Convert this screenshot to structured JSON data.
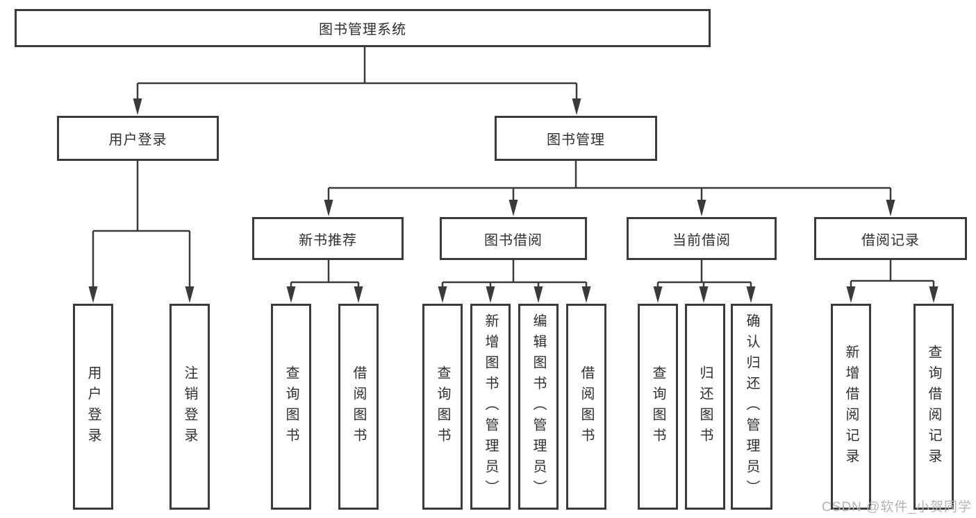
{
  "diagram": {
    "type": "hierarchy-tree",
    "root": "图书管理系统",
    "branches": [
      {
        "label": "用户登录",
        "leaves": [
          "用户登录",
          "注销登录"
        ]
      },
      {
        "label": "图书管理",
        "children": [
          {
            "label": "新书推荐",
            "leaves": [
              "查询图书",
              "借阅图书"
            ]
          },
          {
            "label": "图书借阅",
            "leaves": [
              "查询图书",
              "新增图书（管理员）",
              "编辑图书（管理员）",
              "借阅图书"
            ]
          },
          {
            "label": "当前借阅",
            "leaves": [
              "查询图书",
              "归还图书",
              "确认归还（管理员）"
            ]
          },
          {
            "label": "借阅记录",
            "leaves": [
              "新增借阅记录",
              "查询借阅记录"
            ]
          }
        ]
      }
    ]
  },
  "watermark": "CSDN @软件_小贺同学",
  "colors": {
    "box_border": "#3a3a3a",
    "connector": "#3a3a3a",
    "box_fill": "#ffffff",
    "text": "#2f2f2f",
    "watermark": "#b4b4b4"
  }
}
